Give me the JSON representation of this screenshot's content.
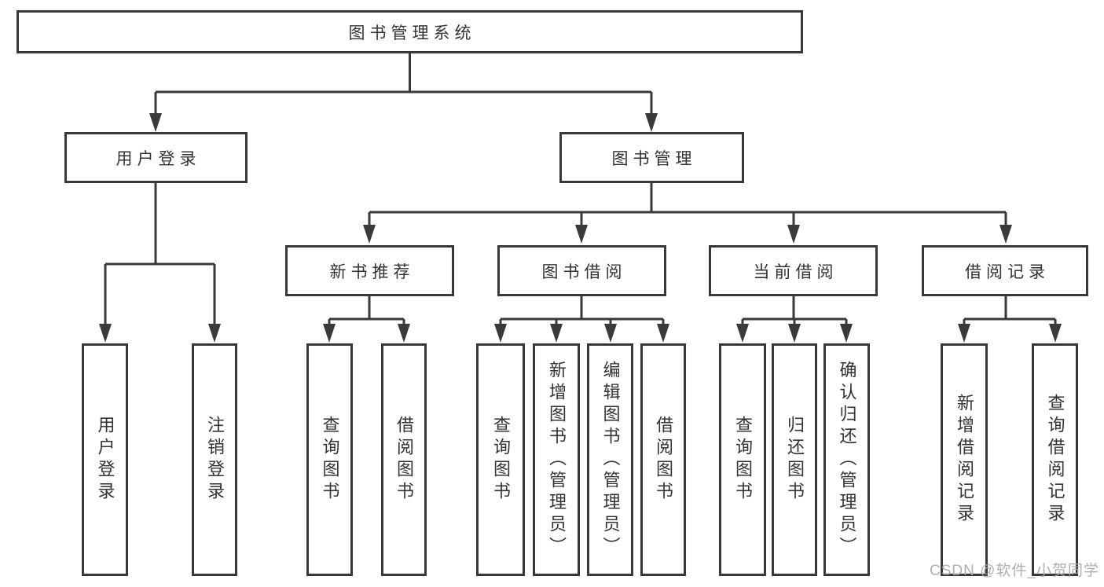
{
  "nodes": {
    "root": "图书管理系统",
    "level2": {
      "user_login": "用户登录",
      "book_mgmt": "图书管理"
    },
    "level3": {
      "new_book_rec": "新书推荐",
      "book_borrow": "图书借阅",
      "current_borrow": "当前借阅",
      "borrow_record": "借阅记录"
    },
    "leaves": {
      "user_login": "用户登录",
      "logout": "注销登录",
      "rec_query_book": "查询图书",
      "rec_borrow_book": "借阅图书",
      "bb_query_book": "查询图书",
      "bb_add_book": "新增图书（管理员）",
      "bb_edit_book": "编辑图书（管理员）",
      "bb_borrow_book": "借阅图书",
      "cb_query_book": "查询图书",
      "cb_return_book": "归还图书",
      "cb_confirm_return": "确认归还（管理员）",
      "br_add_record": "新增借阅记录",
      "br_query_record": "查询借阅记录"
    }
  },
  "watermark": "CSDN @软件_小贺同学",
  "colors": {
    "line": "#3a3a3a",
    "border": "#383838",
    "text": "#333333",
    "watermark": "#a8a8aa",
    "background": "#ffffff"
  }
}
